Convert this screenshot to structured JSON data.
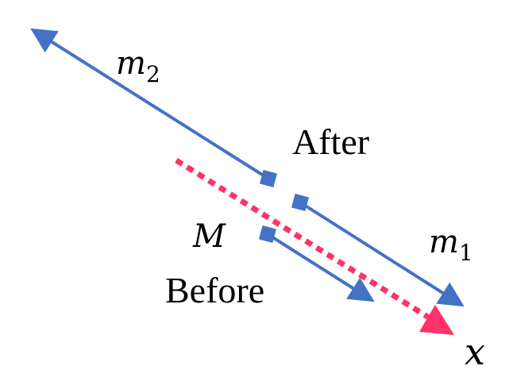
{
  "labels": {
    "m2": {
      "base": "m",
      "sub": "2"
    },
    "m1": {
      "base": "m",
      "sub": "1"
    },
    "M": "M",
    "after": "After",
    "before": "Before",
    "x": "x"
  },
  "colors": {
    "arrow": "#4472C4",
    "axis": "#FF3366",
    "text": "#000000"
  }
}
